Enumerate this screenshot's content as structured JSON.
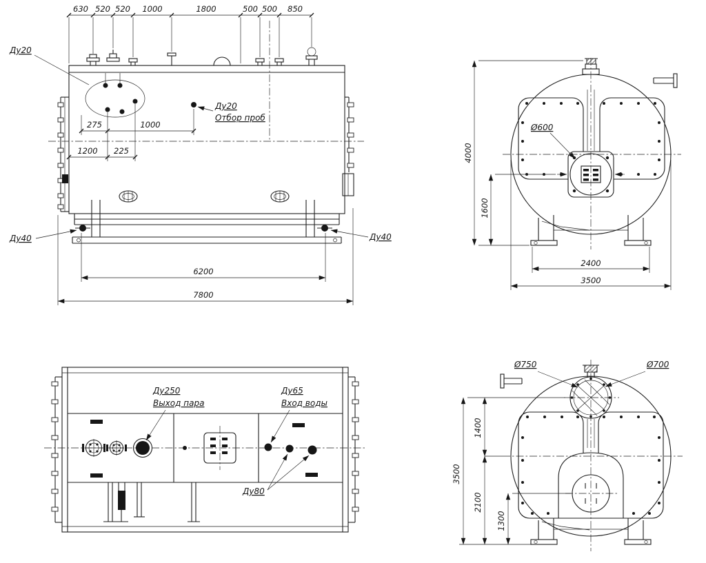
{
  "palette": {
    "ink": "#161616",
    "paper": "#ffffff"
  },
  "views": {
    "side": {
      "top_chain": [
        "630",
        "520",
        "520",
        "1000",
        "1800",
        "500",
        "500",
        "850"
      ],
      "nozzle_callout": "Ду20",
      "sample_size": "Ду20",
      "sample_caption": "Отбор проб",
      "dim_275": "275",
      "dim_1000": "1000",
      "dim_1200": "1200",
      "dim_225": "225",
      "drain_left": "Ду40",
      "drain_right": "Ду40",
      "dim_6200": "6200",
      "dim_7800": "7800"
    },
    "front": {
      "dim_4000": "4000",
      "dim_1600": "1600",
      "burner_dia": "Ø600",
      "dim_2400": "2400",
      "dim_3500": "3500"
    },
    "plan": {
      "steam_size": "Ду250",
      "steam_caption": "Выход пара",
      "water_size": "Ду65",
      "water_caption": "Вход воды",
      "du80": "Ду80"
    },
    "rear": {
      "dia_750": "Ø750",
      "dia_700": "Ø700",
      "dim_1400": "1400",
      "dim_3500": "3500",
      "dim_2100": "2100",
      "dim_1300": "1300"
    }
  }
}
